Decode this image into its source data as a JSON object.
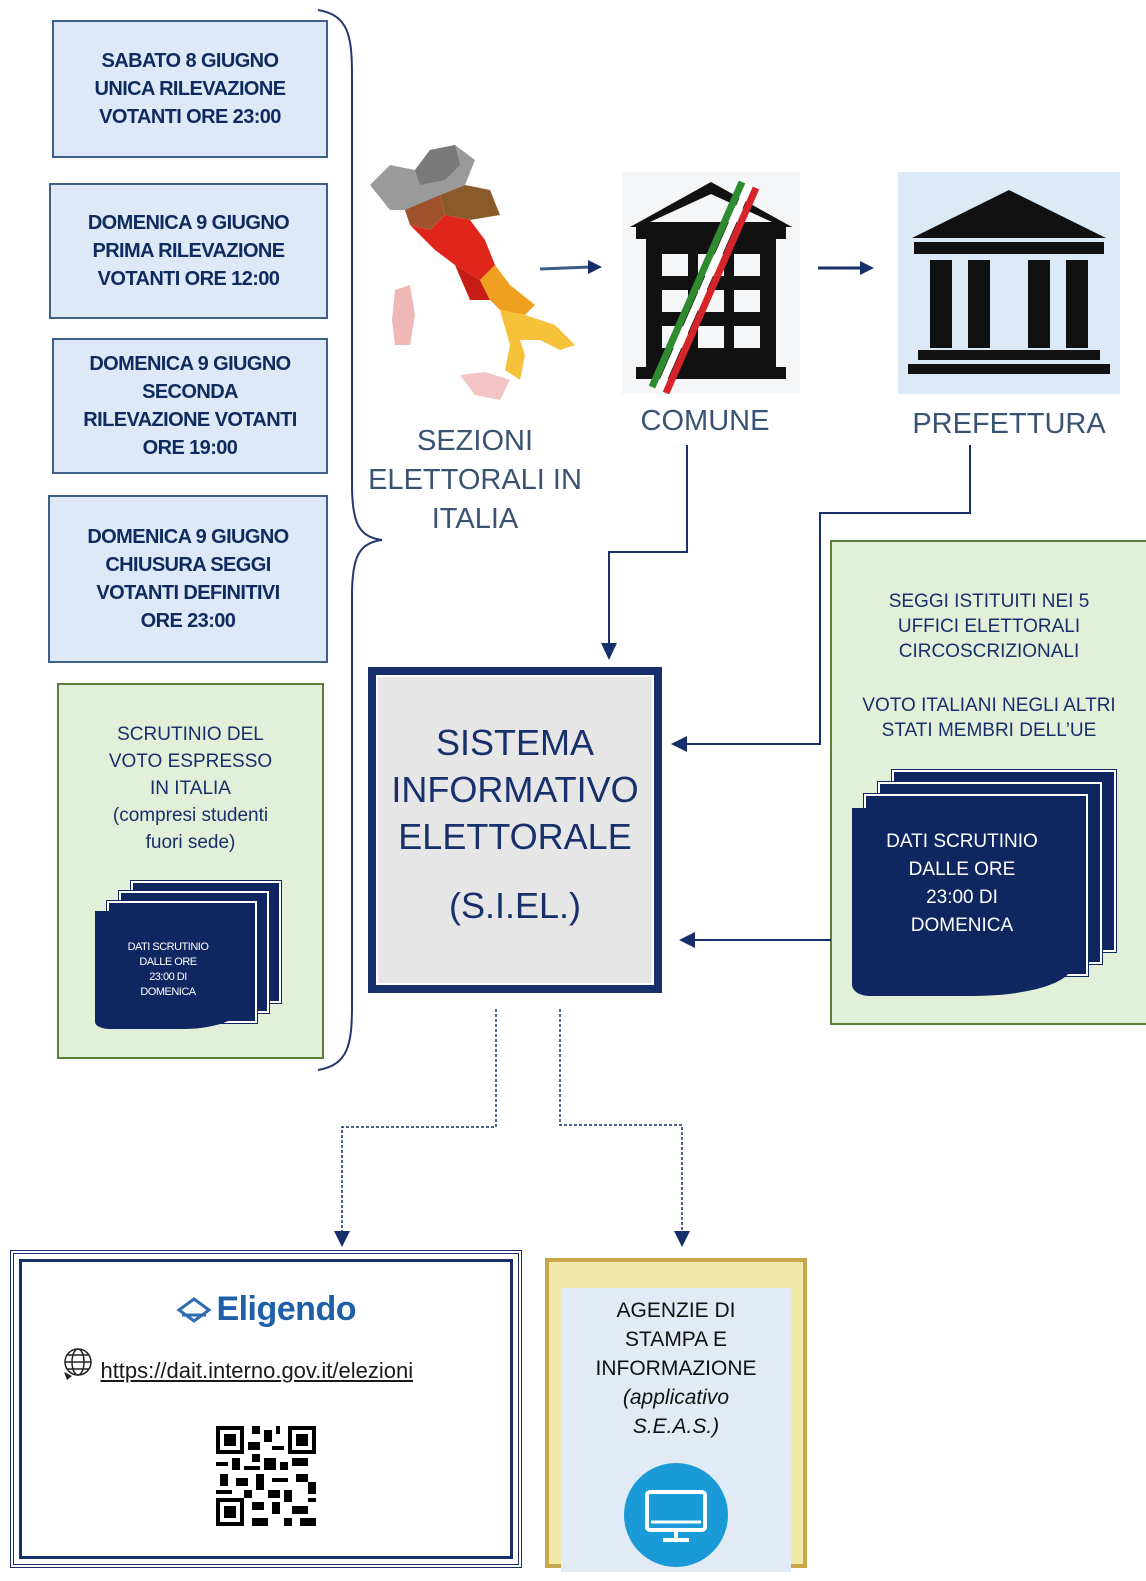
{
  "schedule": [
    {
      "lines": [
        "SABATO 8 GIUGNO",
        "UNICA RILEVAZIONE",
        "VOTANTI ORE 23:00"
      ]
    },
    {
      "lines": [
        "DOMENICA 9 GIUGNO",
        "PRIMA  RILEVAZIONE",
        "VOTANTI ORE 12:00"
      ]
    },
    {
      "lines": [
        "DOMENICA 9 GIUGNO",
        "SECONDA",
        "RILEVAZIONE VOTANTI",
        "ORE 19:00"
      ]
    },
    {
      "lines": [
        "DOMENICA 9 GIUGNO",
        "CHIUSURA SEGGI",
        "VOTANTI DEFINITIVI",
        "ORE 23:00"
      ]
    }
  ],
  "scrutinio_italia": {
    "lines": [
      "SCRUTINIO DEL",
      "VOTO ESPRESSO",
      "IN ITALIA",
      "(compresi studenti",
      "fuori sede)"
    ],
    "doc_lines": [
      "DATI SCRUTINIO",
      "DALLE ORE",
      "23:00 DI",
      "DOMENICA"
    ]
  },
  "nodes": {
    "sezioni": [
      "SEZIONI",
      "ELETTORALI IN",
      "ITALIA"
    ],
    "comune": "COMUNE",
    "prefettura": "PREFETTURA"
  },
  "siel": {
    "lines": [
      "SISTEMA",
      "INFORMATIVO",
      "ELETTORALE"
    ],
    "abbr": "(S.I.EL.)"
  },
  "estero": {
    "lines1": [
      "SEGGI ISTITUITI NEI 5",
      "UFFICI ELETTORALI",
      "CIRCOSCRIZIONALI"
    ],
    "lines2": [
      "VOTO ITALIANI NEGLI ALTRI",
      "STATI MEMBRI DELL’UE"
    ],
    "doc_lines": [
      "DATI SCRUTINIO",
      "DALLE ORE",
      "23:00 DI",
      "DOMENICA"
    ]
  },
  "eligendo": {
    "logo": "Eligendo",
    "url": "https://dait.interno.gov.it/elezioni"
  },
  "agenzie": {
    "lines": [
      "AGENZIE DI",
      "STAMPA E",
      "INFORMAZIONE"
    ],
    "italic_lines": [
      "(applicativo",
      "S.E.A.S.)"
    ]
  },
  "colors": {
    "navy": "#17306b",
    "box_blue": "#dde9f6",
    "box_green": "#e2efd9",
    "gold": "#c9a74a",
    "icon_blue": "#1a9ad6"
  }
}
